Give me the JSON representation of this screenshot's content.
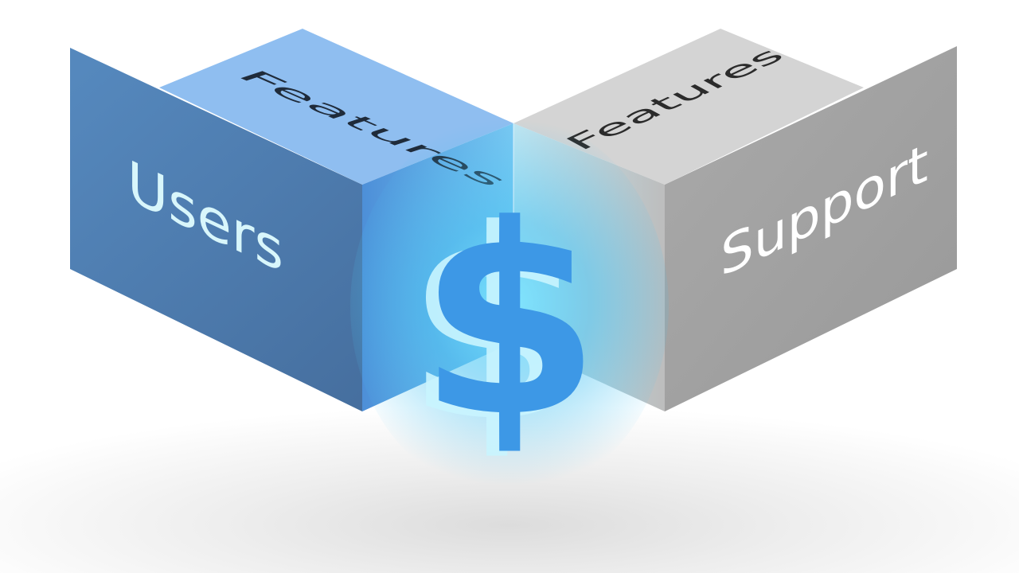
{
  "diagram": {
    "left_cube": {
      "top_label": "Features",
      "front_label": "Users",
      "colors": {
        "front": "#4f7fb3",
        "top": "#8fbef0",
        "side": "#5a9be0",
        "front_text": "#d8f6fb",
        "top_text": "#1f2b3a"
      }
    },
    "right_cube": {
      "top_label": "Features",
      "front_label": "Support",
      "colors": {
        "front": "#a3a3a3",
        "top": "#d4d4d4",
        "side": "#c2c2c2",
        "front_text": "#ffffff",
        "top_text": "#2b2b2b"
      }
    },
    "center_symbol": {
      "glyph": "$",
      "color": "#3d98e6",
      "glow": "#62dcff"
    }
  }
}
